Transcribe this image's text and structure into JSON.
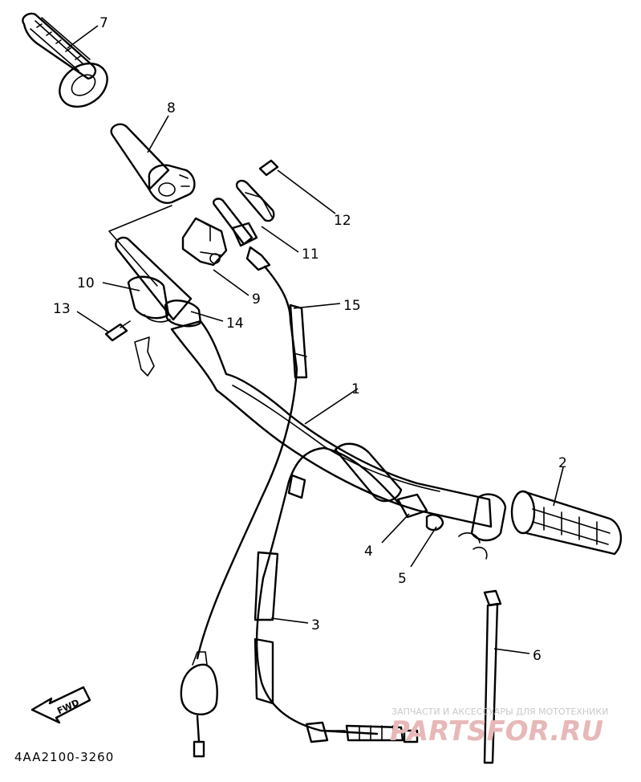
{
  "callouts": [
    "1",
    "2",
    "3",
    "4",
    "5",
    "6",
    "7",
    "8",
    "9",
    "10",
    "11",
    "12",
    "13",
    "14",
    "15"
  ],
  "fwd_label": "FWD",
  "diagram_code": "4AA2100-3260",
  "watermark": {
    "caption": "ЗАПЧАСТИ И АКСЕССУАРЫ ДЛЯ МОТОТЕХНИКИ",
    "site": "PARTSFOR.RU"
  }
}
